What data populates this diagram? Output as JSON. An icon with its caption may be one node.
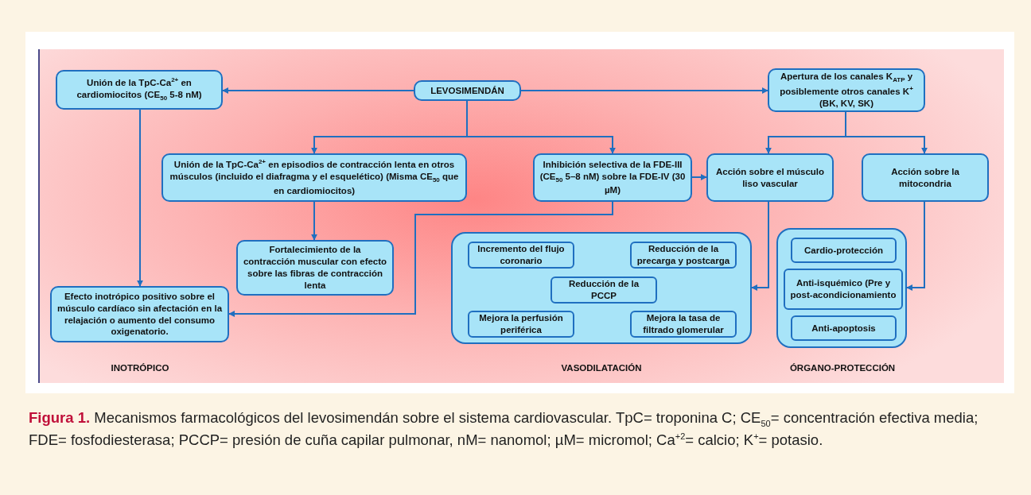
{
  "diagram": {
    "caption": "**Figura 1.** Mecanismos farmacológicos del levosimendán sobre el sistema cardiovascular. TpC= troponina C; CE$_{50}$= concentración efectiva media; FDE= fosfodiesterasa; PCCP= presión de cuña capilar pulmonar, nM= nanomol; µM= micromol; Ca$^{+2}$= calcio; K$^{+}$= potasio.",
    "nodes": [
      {
        "text": [
          "Unión de la TpC-Ca$^{2+}$ en cardiomiocitos (CE$_{50}$ 5-8 nM)"
        ]
      },
      {
        "text": [
          "LEVOSIMENDÁN"
        ]
      },
      {
        "text": [
          "Apertura de los canales K$_{ATP}$ y posiblemente otros canales K$^{+}$ (BK, KV, SK)"
        ]
      },
      {
        "text": [
          "Unión de la TpC-Ca$^{2+}$ en episodios de contracción lenta en otros músculos (incluido el diafragma y el esquelético) (Misma CE$_{50}$ que en cardiomiocitos)"
        ]
      },
      {
        "text": [
          "Inhibición selectiva de la FDE-III (CE$_{50}$ 5–8 nM) sobre la FDE-IV (30 µM)"
        ]
      },
      {
        "text": [
          "Acción sobre el músculo liso vascular"
        ]
      },
      {
        "text": [
          "Acción sobre la mitocondria"
        ]
      },
      {
        "text": [
          "Fortalecimiento de la contracción muscular con efecto sobre las fibras de contracción lenta"
        ]
      },
      {
        "text": [
          "Efecto inotrópico positivo sobre el músculo cardíaco sin afectación en la relajación o aumento del consumo oxigenatorio."
        ]
      },
      {
        "text": [],
        "shape": "box",
        "beside": [
          "VASODILATACIÓN"
        ]
      },
      {
        "text": [
          "Incremento del flujo coronario"
        ],
        "in": 9
      },
      {
        "text": [
          "Reducción de la precarga y postcarga"
        ],
        "in": 9
      },
      {
        "text": [
          "Reducción de la PCCP"
        ],
        "in": 9
      },
      {
        "text": [
          "Mejora la perfusión periférica"
        ],
        "in": 9
      },
      {
        "text": [
          "Mejora la tasa de filtrado glomerular"
        ],
        "in": 9
      },
      {
        "text": [],
        "shape": "box",
        "beside": [
          "ÓRGANO-PROTECCIÓN"
        ]
      },
      {
        "text": [
          "Cardio-protección"
        ],
        "in": 15
      },
      {
        "text": [
          "Anti-isquémico (Pre y post-acondicionamiento"
        ],
        "in": 15
      },
      {
        "text": [
          "Anti-apoptosis"
        ],
        "in": 15
      }
    ],
    "edges": [
      {
        "from": 1,
        "to": 0,
        "arrow": "to"
      },
      {
        "from": 1,
        "to": 2,
        "arrow": "to"
      },
      {
        "from": 1,
        "to": 3,
        "arrow": "to"
      },
      {
        "from": 1,
        "to": 4,
        "arrow": "to"
      },
      {
        "from": 0,
        "to": 8,
        "arrow": "to"
      },
      {
        "from": 3,
        "to": 7,
        "arrow": "to"
      },
      {
        "from": 4,
        "to": 8,
        "arrow": "to"
      },
      {
        "from": 4,
        "to": 5,
        "arrow": "to"
      },
      {
        "from": 2,
        "to": 5,
        "arrow": "to"
      },
      {
        "from": 2,
        "to": 6,
        "arrow": "to"
      },
      {
        "from": 5,
        "to": 9,
        "arrow": "to"
      },
      {
        "from": 6,
        "to": 15,
        "arrow": "to"
      }
    ],
    "labels": [
      "INOTRÓPICO"
    ]
  }
}
